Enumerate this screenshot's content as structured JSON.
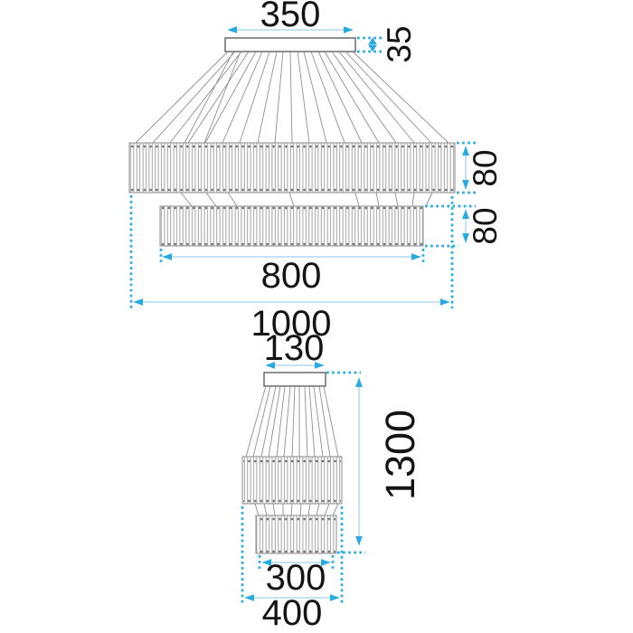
{
  "diagram": {
    "subject": "two-tier crystal chandelier dimension drawing",
    "accent_color": "#29abe2",
    "drawing_color": "#8c8c8c",
    "label_color": "#141414",
    "views": {
      "large": {
        "name": "front view large",
        "dims": {
          "canopy_width": "350",
          "canopy_height": "35",
          "tier1_height": "80",
          "tier2_height": "80",
          "tier2_width": "800",
          "total_width": "1000"
        }
      },
      "small": {
        "name": "front view small",
        "dims": {
          "canopy_width": "130",
          "total_height": "1300",
          "tier2_width": "300",
          "tier1_width": "400"
        }
      }
    }
  }
}
